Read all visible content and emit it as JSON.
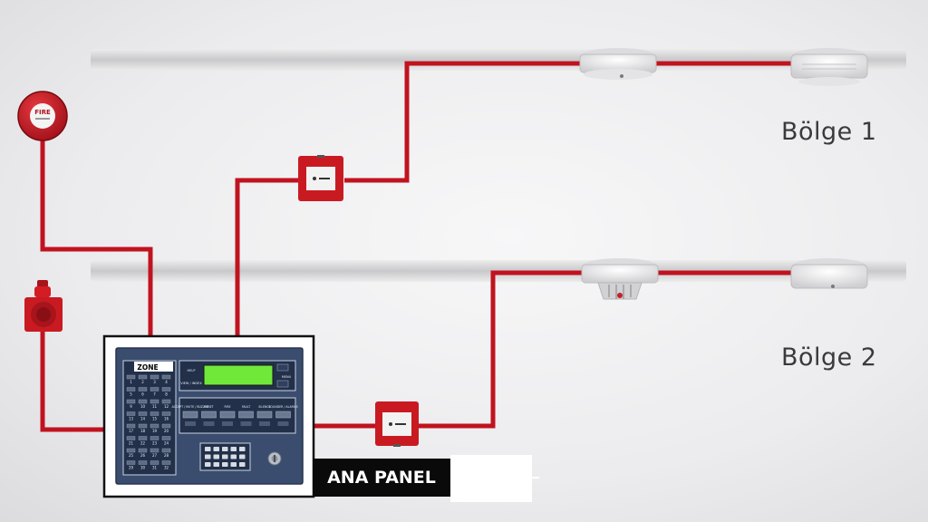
{
  "zones": [
    {
      "label": "Bölge 1"
    },
    {
      "label": "Bölge 2"
    }
  ],
  "panel": {
    "label": "ANA PANEL",
    "zone_header": "ZONE",
    "zone_numbers": [
      "1",
      "2",
      "3",
      "4",
      "5",
      "6",
      "7",
      "8",
      "9",
      "10",
      "11",
      "12",
      "13",
      "14",
      "15",
      "16",
      "17",
      "18",
      "19",
      "20",
      "21",
      "22",
      "23",
      "24",
      "25",
      "26",
      "27",
      "28",
      "29",
      "30",
      "31",
      "32"
    ],
    "left_buttons": [
      "HELP",
      "VIEW / INDEX"
    ],
    "right_buttons": [
      "MENU"
    ],
    "status_labels": [
      "ACCEPT / MUTE / BUZZER",
      "RESET",
      "FIRE",
      "FAULT",
      "SILENCE",
      "SOUNDER / ALARMS"
    ]
  },
  "bell": {
    "label": "FIRE"
  },
  "colors": {
    "wire": "#c0131f",
    "panel_face": "#3a4d6e",
    "lcd": "#6fe83a",
    "call_point": "#c91a22"
  }
}
